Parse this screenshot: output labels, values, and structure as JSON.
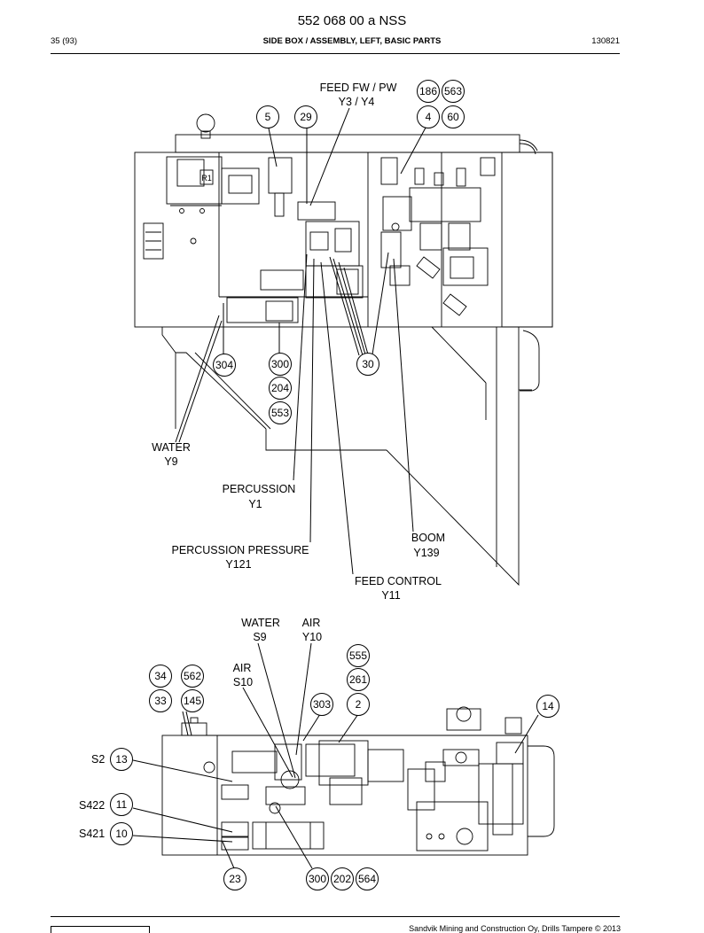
{
  "header": {
    "doc_number": "552 068 00 a NSS",
    "page": "35 (93)",
    "title": "SIDE BOX / ASSEMBLY, LEFT, BASIC PARTS",
    "date_code": "130821"
  },
  "upper_view": {
    "labels": {
      "feed_line1": "FEED FW / PW",
      "feed_line2": "Y3 / Y4",
      "water_line1": "WATER",
      "water_line2": "Y9",
      "percussion_line1": "PERCUSSION",
      "percussion_line2": "Y1",
      "pp_line1": "PERCUSSION PRESSURE",
      "pp_line2": "Y121",
      "boom_line1": "BOOM",
      "boom_line2": "Y139",
      "fc_line1": "FEED CONTROL",
      "fc_line2": "Y11"
    },
    "callouts": [
      "5",
      "29",
      "186",
      "563",
      "4",
      "60",
      "304",
      "300",
      "204",
      "553",
      "30"
    ]
  },
  "lower_view": {
    "labels": {
      "water_line1": "WATER",
      "water_line2": "S9",
      "air_y10_line1": "AIR",
      "air_y10_line2": "Y10",
      "air_s10_line1": "AIR",
      "air_s10_line2": "S10",
      "s2": "S2",
      "s422": "S422",
      "s421": "S421"
    },
    "callouts": [
      "555",
      "261",
      "2",
      "303",
      "34",
      "562",
      "33",
      "145",
      "14",
      "13",
      "11",
      "10",
      "23",
      "300",
      "202",
      "564"
    ]
  },
  "footer": {
    "copyright": "Sandvik Mining and Construction Oy, Drills Tampere © 2013"
  }
}
